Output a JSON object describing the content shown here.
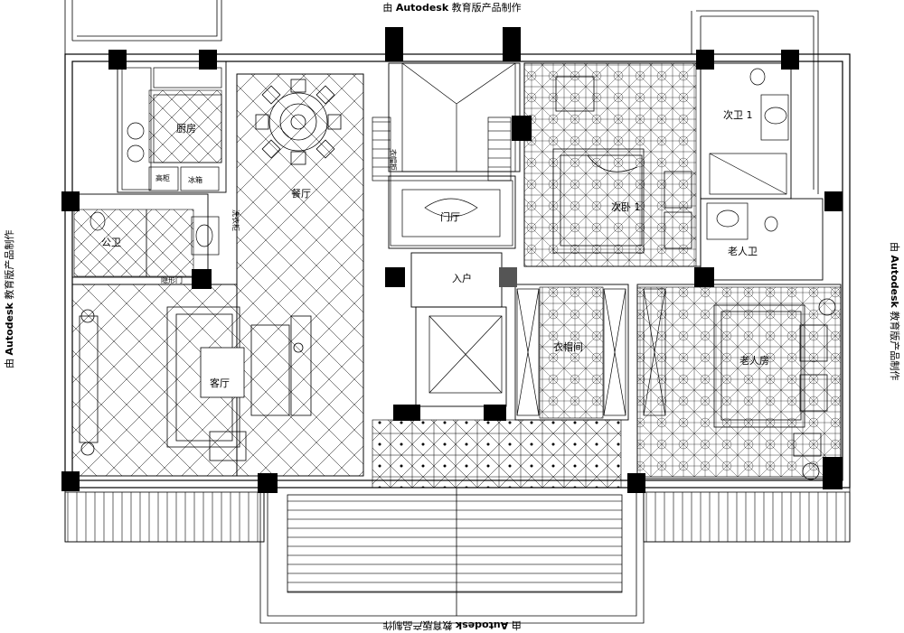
{
  "watermark": {
    "prefix": "由",
    "brand": "Autodesk",
    "suffix": "教育版产品制作"
  },
  "rooms": {
    "kitchen": "厨房",
    "dining": "餐厅",
    "public_bath": "公卫",
    "foyer": "门厅",
    "entry": "入户",
    "living": "客厅",
    "second_bedroom": "次卧 1",
    "second_bath": "次卫 1",
    "elder_bath": "老人卫",
    "closet": "衣帽间",
    "elder_room": "老人房"
  },
  "fixtures": {
    "tall_cabinet": "高柜",
    "fridge": "冰箱",
    "hidden_door": "隐形门",
    "shoe_cabinet": "衣帽柜",
    "sink_unit": "洗衣柜"
  }
}
